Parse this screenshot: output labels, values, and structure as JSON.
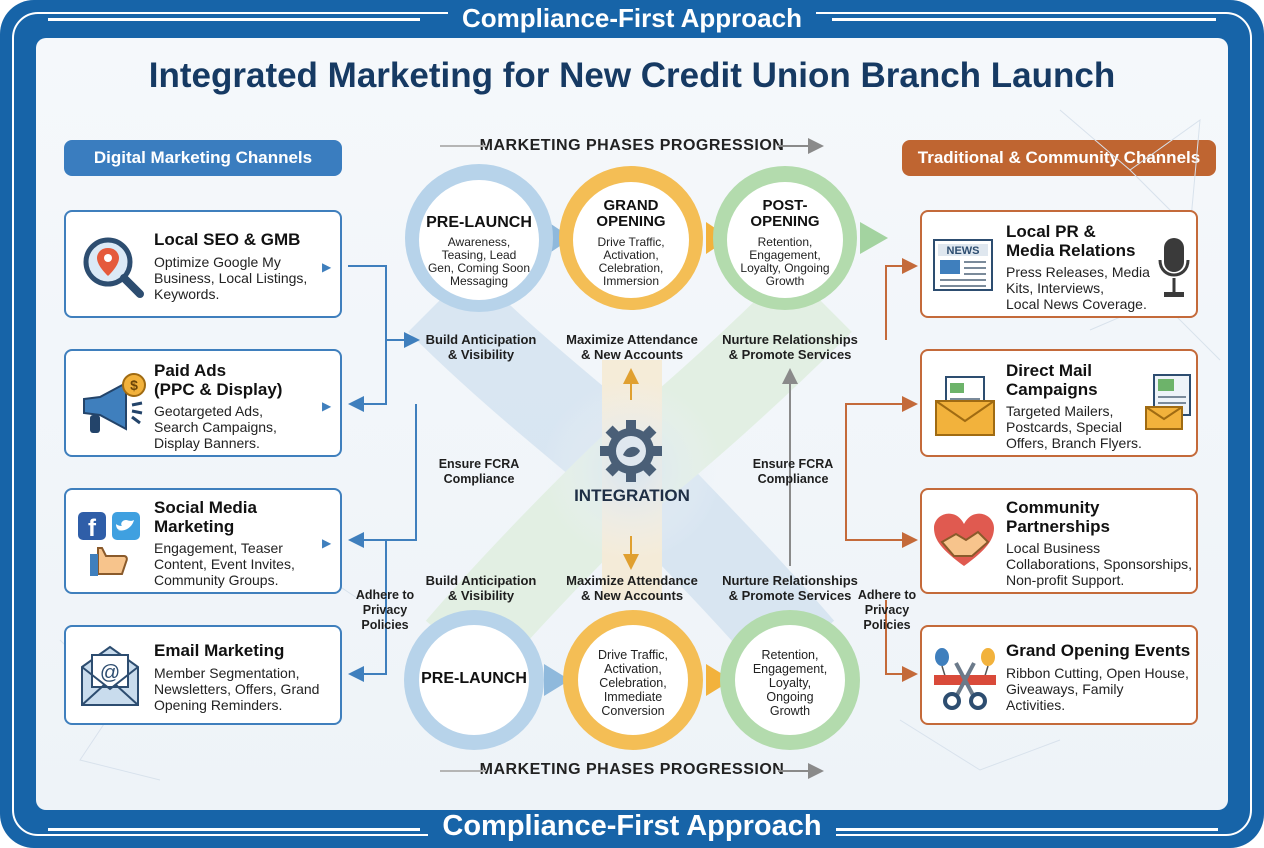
{
  "banner": {
    "top": "Compliance-First Approach",
    "bottom": "Compliance-First Approach"
  },
  "title": "Integrated Marketing for New Credit Union Branch Launch",
  "progression_label_top": "MARKETING PHASES PROGRESSION",
  "progression_label_bottom": "MARKETING PHASES PROGRESSION",
  "left_header": "Digital Marketing Channels",
  "right_header": "Traditional & Community Channels",
  "colors": {
    "frame": "#1764a8",
    "digital": "#3a7dbf",
    "traditional": "#bf6531",
    "prelaunch": "#8fb9dc",
    "opening": "#f2b23c",
    "post": "#a3d3a0"
  },
  "digital_channels": [
    {
      "title": "Local SEO & GMB",
      "desc": [
        "Optimize Google My",
        "Business, Local Listings,",
        "Keywords."
      ],
      "icon": "map-pin-magnifier-icon"
    },
    {
      "title": [
        "Paid Ads",
        "(PPC & Display)"
      ],
      "desc": [
        "Geotargeted Ads,",
        "Search Campaigns,",
        "Display Banners."
      ],
      "icon": "megaphone-icon"
    },
    {
      "title": [
        "Social Media",
        "Marketing"
      ],
      "desc": [
        "Engagement, Teaser",
        "Content, Event Invites,",
        "Community Groups."
      ],
      "icon": "social-media-icon"
    },
    {
      "title": "Email Marketing",
      "desc": [
        "Member Segmentation,",
        "Newsletters, Offers, Grand",
        "Opening Reminders."
      ],
      "icon": "email-envelope-icon"
    }
  ],
  "traditional_channels": [
    {
      "title": [
        "Local PR &",
        "Media Relations"
      ],
      "desc": [
        "Press Releases, Media",
        "Kits, Interviews,",
        "Local News Coverage."
      ],
      "icon": "newspaper-icon"
    },
    {
      "title": [
        "Direct Mail",
        "Campaigns"
      ],
      "desc": [
        "Targeted Mailers,",
        "Postcards, Special",
        "Offers, Branch Flyers."
      ],
      "icon": "mail-envelope-icon"
    },
    {
      "title": [
        "Community",
        "Partnerships"
      ],
      "desc": [
        "Local Business",
        "Collaborations, Sponsorships,",
        "Non-profit Support."
      ],
      "icon": "handshake-heart-icon"
    },
    {
      "title": "Grand Opening Events",
      "desc": [
        "Ribbon Cutting, Open House,",
        "Giveaways, Family",
        "Activities."
      ],
      "icon": "ribbon-scissors-icon"
    }
  ],
  "phases_top": [
    {
      "title": "PRE-LAUNCH",
      "desc": [
        "Awareness,",
        "Teasing, Lead",
        "Gen, Coming Soon",
        "Messaging"
      ]
    },
    {
      "title": [
        "GRAND",
        "OPENING"
      ],
      "desc": [
        "Drive Traffic,",
        "Activation,",
        "Celebration,",
        "Immersion"
      ]
    },
    {
      "title": [
        "POST-",
        "OPENING"
      ],
      "desc": [
        "Retention,",
        "Engagement,",
        "Loyalty, Ongoing",
        "Growth"
      ]
    }
  ],
  "phases_bottom": [
    {
      "title": "PRE-LAUNCH"
    },
    {
      "desc": [
        "Drive Traffic,",
        "Activation,",
        "Celebration,",
        "Immediate",
        "Conversion"
      ]
    },
    {
      "desc": [
        "Retention,",
        "Engagement,",
        "Loyalty,",
        "Ongoing",
        "Growth"
      ]
    }
  ],
  "integration": "INTEGRATION",
  "labels": {
    "build_top": [
      "Build Anticipation",
      "& Visibility"
    ],
    "maximize_top": [
      "Maximize Attendance",
      "& New Accounts"
    ],
    "nurture_top": [
      "Nurture Relationships",
      "& Promote Services"
    ],
    "fcra_left": [
      "Ensure FCRA",
      "Compliance"
    ],
    "fcra_right": [
      "Ensure FCRA",
      "Compliance"
    ],
    "build_bottom": [
      "Build Anticipation",
      "& Visibility"
    ],
    "maximize_bottom": [
      "Maximize Attendance",
      "& New Accounts"
    ],
    "nurture_bottom": [
      "Nurture Relationships",
      "& Promote Services"
    ],
    "privacy_left": [
      "Adhere to",
      "Privacy",
      "Policies"
    ],
    "privacy_right": [
      "Adhere to",
      "Privacy",
      "Policies"
    ]
  }
}
